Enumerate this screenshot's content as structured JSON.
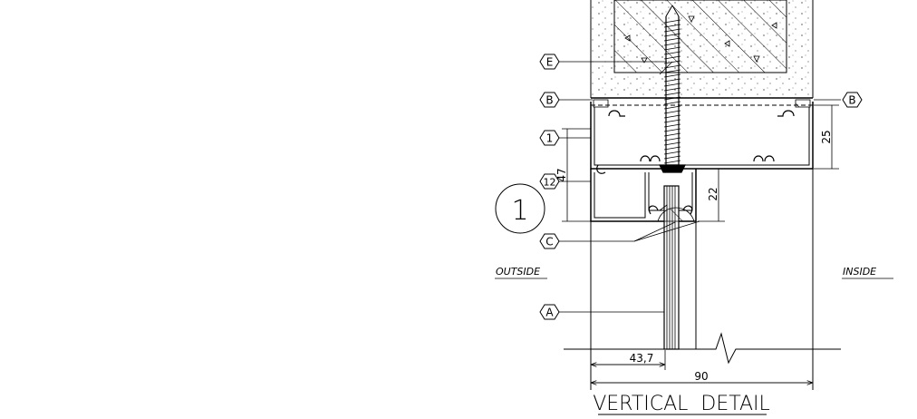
{
  "labels": {
    "E": "E",
    "B_left": "B",
    "B_right": "B",
    "one": "1",
    "twelve": "12",
    "C": "C",
    "A": "A",
    "section": "1"
  },
  "dimensions": {
    "d47": "47",
    "d25": "25",
    "d22": "22",
    "d43_7": "43,7",
    "d90": "90"
  },
  "sides": {
    "outside": "OUTSIDE",
    "inside": "INSIDE"
  },
  "title": "VERTICAL  DETAIL"
}
